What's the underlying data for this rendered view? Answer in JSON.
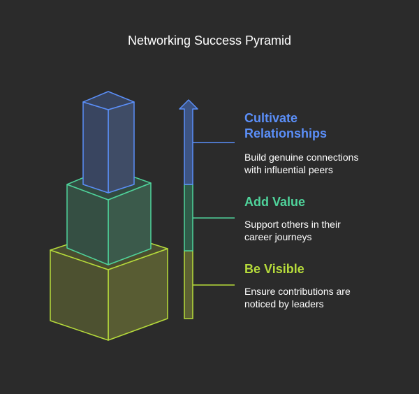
{
  "title": "Networking Success Pyramid",
  "levels": [
    {
      "heading": "Cultivate Relationships",
      "description": "Build genuine connections with influential peers",
      "color": "#5b8ff9"
    },
    {
      "heading": "Add Value",
      "description": "Support others in their career journeys",
      "color": "#4fd39b"
    },
    {
      "heading": "Be Visible",
      "description": "Ensure contributions are noticed by leaders",
      "color": "#b7dc3b"
    }
  ]
}
